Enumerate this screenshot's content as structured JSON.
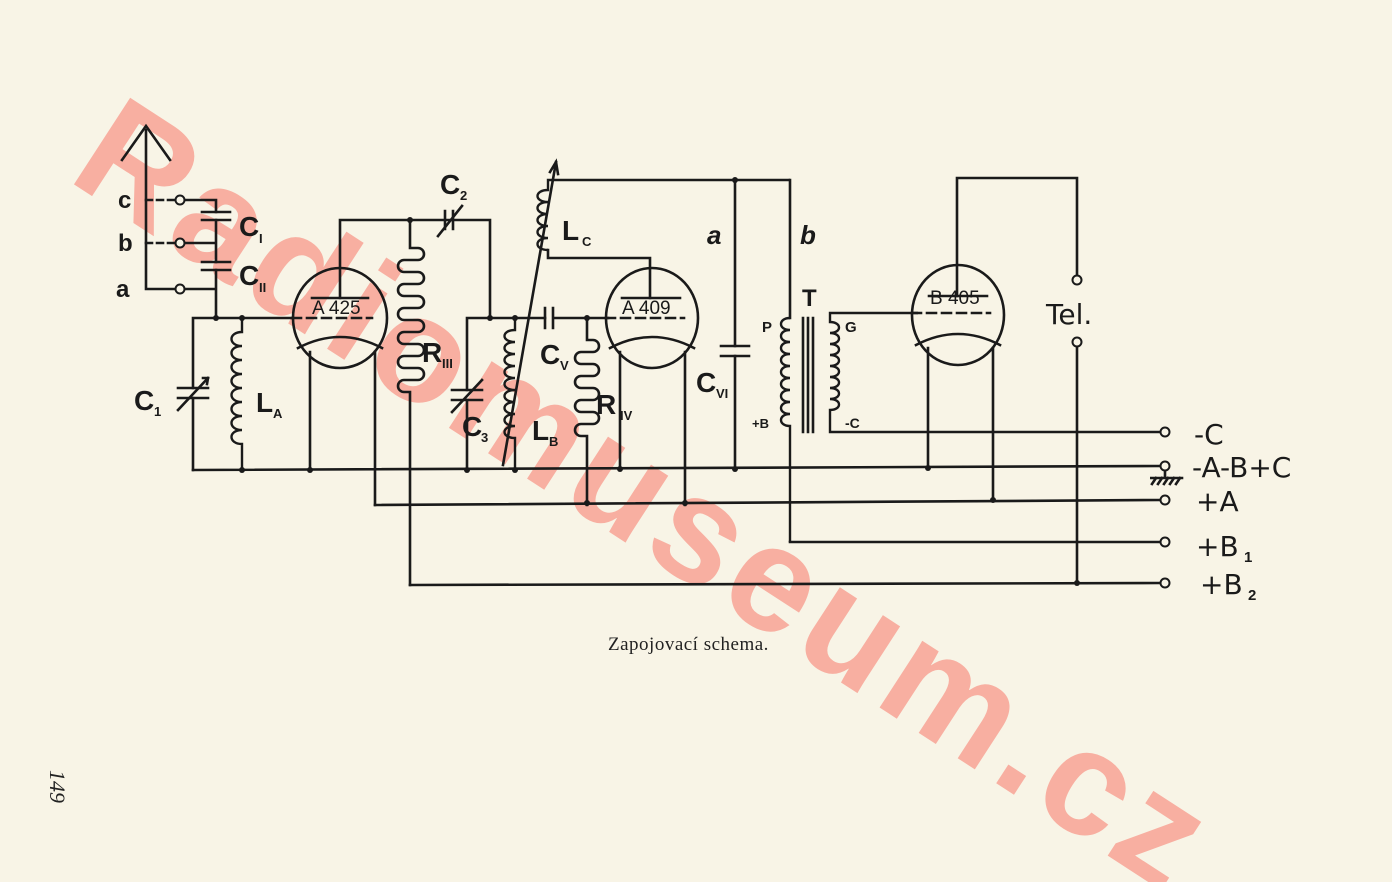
{
  "watermark": "Radiomuseum.cz",
  "caption": "Zapojovací schema.",
  "page_number": "149",
  "antenna_taps": [
    "c",
    "b",
    "a"
  ],
  "components": {
    "c1_top": {
      "main": "C",
      "sub": "I"
    },
    "c2_top": {
      "main": "C",
      "sub": "II"
    },
    "c1_var": {
      "main": "C",
      "sub": "1"
    },
    "la": {
      "main": "L",
      "sub": "A"
    },
    "c2": {
      "main": "C",
      "sub": "2"
    },
    "r3": {
      "main": "R",
      "sub": "III"
    },
    "c3": {
      "main": "C",
      "sub": "3"
    },
    "lb": {
      "main": "L",
      "sub": "B"
    },
    "cv": {
      "main": "C",
      "sub": "V"
    },
    "r4": {
      "main": "R",
      "sub": "IV"
    },
    "lc": {
      "main": "L",
      "sub": "C"
    },
    "cvi": {
      "main": "C",
      "sub": "VI"
    },
    "transformer": "T",
    "primary": "P",
    "primary_b": "+B",
    "secondary": "G",
    "secondary_c": "-C",
    "point_a": "a",
    "point_b": "b",
    "telephone": "Tel."
  },
  "tubes": [
    "A 425",
    "A 409",
    "B 405"
  ],
  "terminals": [
    "-C",
    "-A-B+C",
    "+A",
    "+B",
    "+B"
  ],
  "terminal_subs": [
    "",
    "",
    "",
    "1",
    "2"
  ]
}
